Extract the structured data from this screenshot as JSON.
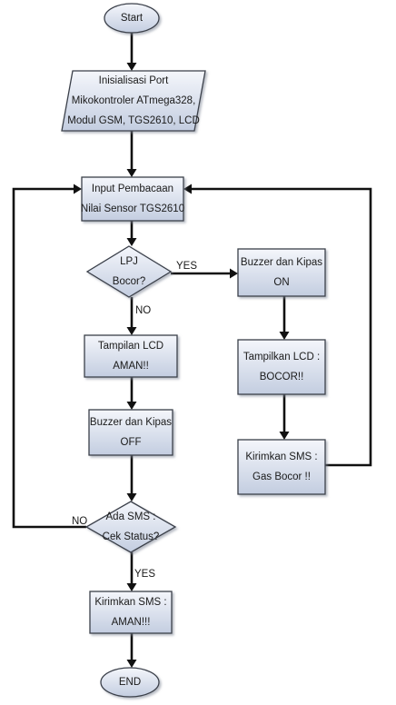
{
  "diagram": {
    "colors": {
      "node_fill_top": "#f4f6fb",
      "node_fill_bottom": "#c3cde0",
      "node_stroke": "#3a3f4a",
      "edge": "#111111",
      "text": "#1a1a1a"
    },
    "nodes": {
      "start": {
        "shape": "ellipse",
        "lines": [
          "Start"
        ]
      },
      "init": {
        "shape": "parallelogram",
        "lines": [
          "Inisialisasi Port",
          "Mikokontroler ATmega328,",
          "Modul GSM, TGS2610, LCD"
        ]
      },
      "input": {
        "shape": "rectangle",
        "lines": [
          "Input Pembacaan",
          "Nilai Sensor TGS2610"
        ]
      },
      "lpj": {
        "shape": "diamond",
        "lines": [
          "LPJ",
          "Bocor?"
        ]
      },
      "buzzer_on": {
        "shape": "rectangle",
        "lines": [
          "Buzzer dan Kipas",
          "ON"
        ]
      },
      "lcd_bocor": {
        "shape": "rectangle",
        "lines": [
          "Tampilkan LCD :",
          "BOCOR!!"
        ]
      },
      "sms_bocor": {
        "shape": "rectangle",
        "lines": [
          "Kirimkan SMS :",
          "Gas Bocor !!"
        ]
      },
      "lcd_aman": {
        "shape": "rectangle",
        "lines": [
          "Tampilan LCD",
          "AMAN!!"
        ]
      },
      "buzzer_off": {
        "shape": "rectangle",
        "lines": [
          "Buzzer dan Kipas",
          "OFF"
        ]
      },
      "ada_sms": {
        "shape": "diamond",
        "lines": [
          "Ada SMS :",
          "Cek Status?"
        ]
      },
      "sms_aman": {
        "shape": "rectangle",
        "lines": [
          "Kirimkan SMS :",
          "AMAN!!!"
        ]
      },
      "end": {
        "shape": "ellipse",
        "lines": [
          "END"
        ]
      }
    },
    "edges": [
      {
        "from": "start",
        "to": "init",
        "label": ""
      },
      {
        "from": "init",
        "to": "input",
        "label": ""
      },
      {
        "from": "input",
        "to": "lpj",
        "label": ""
      },
      {
        "from": "lpj",
        "to": "buzzer_on",
        "label": "YES"
      },
      {
        "from": "lpj",
        "to": "lcd_aman",
        "label": "NO"
      },
      {
        "from": "buzzer_on",
        "to": "lcd_bocor",
        "label": ""
      },
      {
        "from": "lcd_bocor",
        "to": "sms_bocor",
        "label": ""
      },
      {
        "from": "sms_bocor",
        "to": "input",
        "label": ""
      },
      {
        "from": "lcd_aman",
        "to": "buzzer_off",
        "label": ""
      },
      {
        "from": "buzzer_off",
        "to": "ada_sms",
        "label": ""
      },
      {
        "from": "ada_sms",
        "to": "input",
        "label": "NO"
      },
      {
        "from": "ada_sms",
        "to": "sms_aman",
        "label": "YES"
      },
      {
        "from": "sms_aman",
        "to": "end",
        "label": ""
      }
    ]
  }
}
